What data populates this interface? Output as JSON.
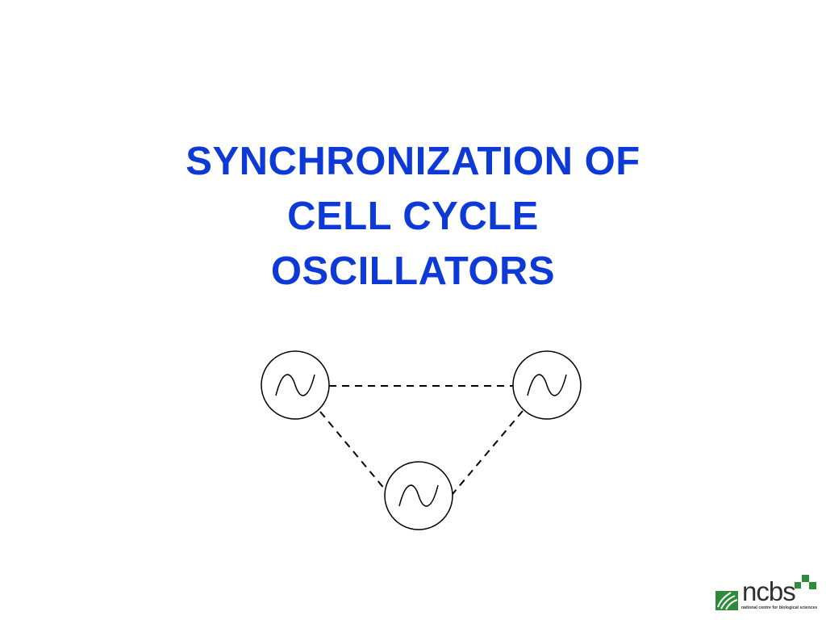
{
  "slide": {
    "title_lines": [
      "SYNCHRONIZATION OF",
      "CELL CYCLE",
      "OSCILLATORS"
    ],
    "title_color": "#0d39d6"
  },
  "diagram": {
    "nodes": [
      {
        "id": "oscillator-left",
        "icon": "sine-wave-icon"
      },
      {
        "id": "oscillator-right",
        "icon": "sine-wave-icon"
      },
      {
        "id": "oscillator-bottom",
        "icon": "sine-wave-icon"
      }
    ],
    "links": [
      {
        "from": "oscillator-left",
        "to": "oscillator-right",
        "style": "dashed"
      },
      {
        "from": "oscillator-left",
        "to": "oscillator-bottom",
        "style": "dashed"
      },
      {
        "from": "oscillator-right",
        "to": "oscillator-bottom",
        "style": "dashed"
      }
    ]
  },
  "logo": {
    "wordmark": "ncbs",
    "tagline": "national centre for biological sciences",
    "accent_color": "#2e8b3a"
  }
}
